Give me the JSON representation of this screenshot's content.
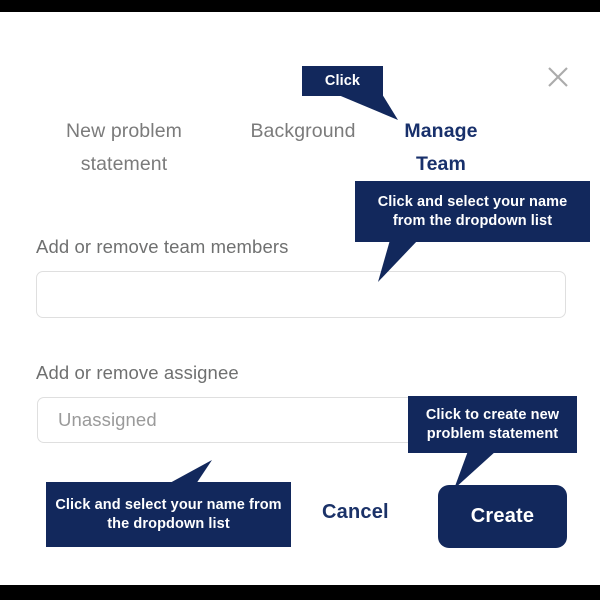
{
  "dialog": {
    "close_icon": "close-icon",
    "tabs": [
      {
        "label": "New problem statement",
        "active": false
      },
      {
        "label": "Background",
        "active": false
      },
      {
        "label": "Manage Team",
        "active": true
      }
    ],
    "fields": [
      {
        "label": "Add or remove team members",
        "value": "",
        "placeholder": ""
      },
      {
        "label": "Add or remove assignee",
        "value": "",
        "placeholder": "Unassigned"
      }
    ],
    "actions": {
      "cancel_label": "Cancel",
      "create_label": "Create"
    }
  },
  "annotations": [
    {
      "name": "click-manage-team",
      "text": "Click"
    },
    {
      "name": "team-members-dropdown-hint",
      "text": "Click and select your name from the dropdown list"
    },
    {
      "name": "create-button-hint",
      "text": "Click to create new problem statement"
    },
    {
      "name": "assignee-dropdown-hint",
      "text": "Click and select your name from the dropdown list"
    }
  ],
  "colors": {
    "navy": "#12285C",
    "tab_active": "#18306B",
    "tab_inactive": "#7B7B7B",
    "label_gray": "#6F7070",
    "placeholder_gray": "#9A9A9A",
    "field_border": "#DFDFDF",
    "close_gray": "#ABABAB",
    "backdrop": "#000000",
    "surface": "#FFFFFF"
  }
}
